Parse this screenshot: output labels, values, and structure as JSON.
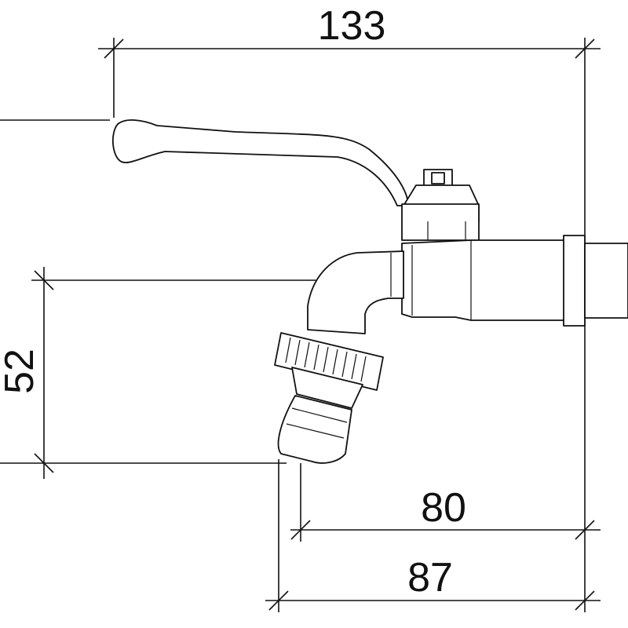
{
  "dimensions": {
    "overall_length": "133",
    "height": "52",
    "spout_inner": "80",
    "spout_outer": "87"
  },
  "colors": {
    "line": "#111111",
    "background": "#ffffff"
  }
}
